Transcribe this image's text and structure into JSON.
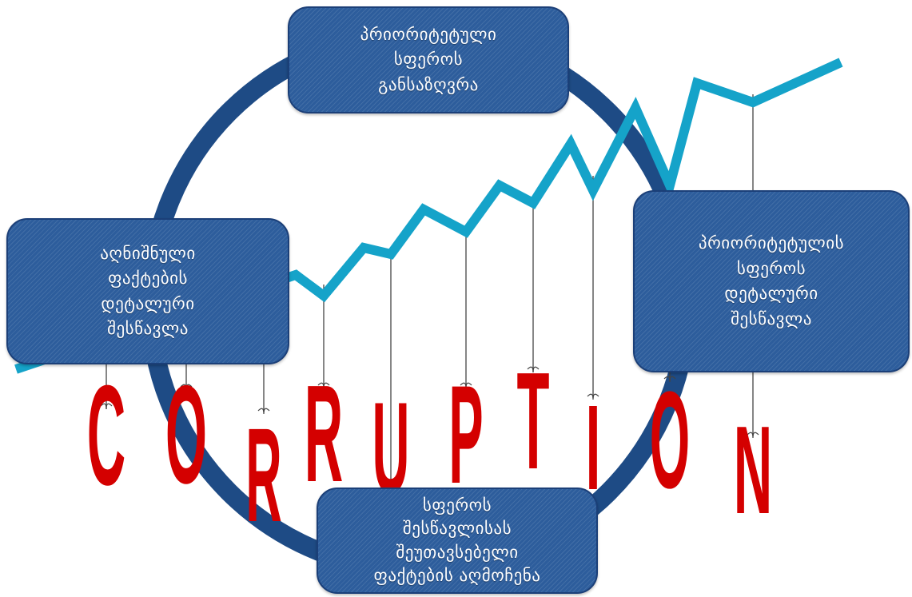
{
  "colors": {
    "ring": "#1e4b85",
    "trend_line": "#15a3c9",
    "letters": "#d40000",
    "box_fill": "#2d5d9c",
    "strings": "#444444"
  },
  "word": [
    "C",
    "O",
    "R",
    "R",
    "U",
    "P",
    "T",
    "I",
    "O",
    "N"
  ],
  "boxes": {
    "top": {
      "lines": [
        "პრიორიტეტული",
        "სფეროს",
        "განსაზღვრა"
      ]
    },
    "right": {
      "lines": [
        "პრიორიტეტულის",
        "სფეროს",
        "დეტალური",
        "შესწავლა"
      ]
    },
    "left": {
      "lines": [
        "აღნიშნული",
        "ფაქტების",
        "დეტალური",
        "შესწავლა"
      ]
    },
    "bottom": {
      "lines": [
        "სფეროს",
        "შესწავლისას",
        "შეუთავსებელი",
        "ფაქტების აღმოჩენა"
      ]
    }
  }
}
